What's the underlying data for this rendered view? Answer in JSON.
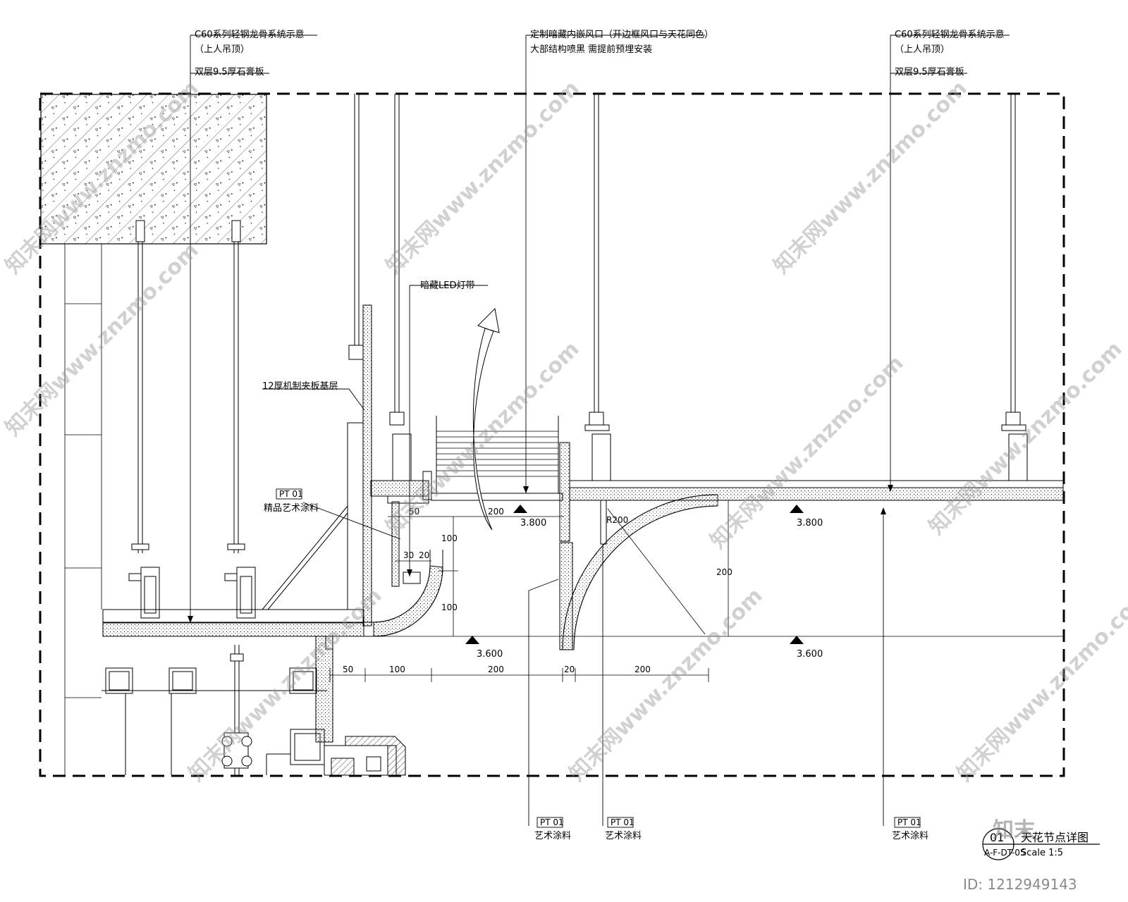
{
  "labels": {
    "c60_left_line1": "C60系列轻钢龙骨系统示意",
    "c60_left_line2": "（上人吊顶）",
    "board_left": "双层9.5厚石膏板",
    "vent_line1": "定制暗藏内嵌风口（开边框风口与天花同色）",
    "vent_line2": "大部结构喷黑 需提前预埋安装",
    "c60_right_line1": "C60系列轻钢龙骨系统示意",
    "c60_right_line2": "（上人吊顶）",
    "board_right": "双层9.5厚石膏板",
    "led_strip": "暗藏LED灯带",
    "sound_layer": "12厚机制夹板基层",
    "paint_tag_left_code": "PT 01",
    "paint_left": "精品艺术涂料",
    "paint_tag_b1_code": "PT 01",
    "paint_b1": "艺术涂料",
    "paint_tag_b2_code": "PT 01",
    "paint_b2": "艺术涂料",
    "paint_tag_b3_code": "PT 01",
    "paint_b3": "艺术涂料"
  },
  "elevations": {
    "e1": "3.800",
    "e2": "3.800",
    "e3": "3.600",
    "e4": "3.600"
  },
  "dimensions": {
    "top_50": "50",
    "top_200": "200",
    "v_100a": "100",
    "h_30": "30",
    "h_20": "20",
    "v_100b": "100",
    "v_200": "200",
    "radius": "R200",
    "bot_50": "50",
    "bot_100": "100",
    "bot_200a": "200",
    "bot_20": "20",
    "bot_200b": "200"
  },
  "title_block": {
    "number": "01",
    "sheet_ref": "A-F-DT-05",
    "title": "天花节点详图",
    "scale": "Scale 1:5"
  },
  "watermark": {
    "text": "知末网www.znzmo.com",
    "stamp": "知末",
    "id": "ID: 1212949143"
  }
}
